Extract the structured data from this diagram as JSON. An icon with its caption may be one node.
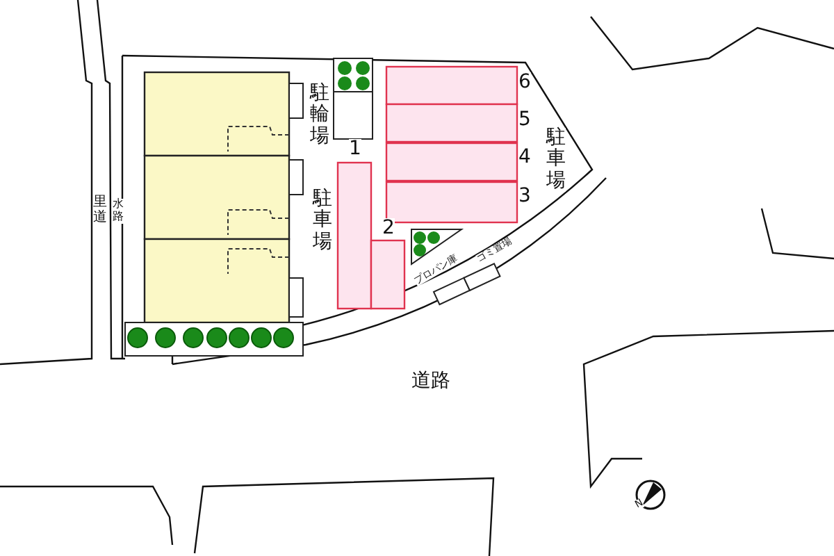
{
  "diagram": {
    "labels": [
      "駐輪場",
      "6",
      "5",
      "駐車場",
      "4",
      "1",
      "駐車場",
      "3",
      "2",
      "里道",
      "水路",
      "ゴミ置場",
      "プロパン庫",
      "道路",
      "N"
    ]
  }
}
